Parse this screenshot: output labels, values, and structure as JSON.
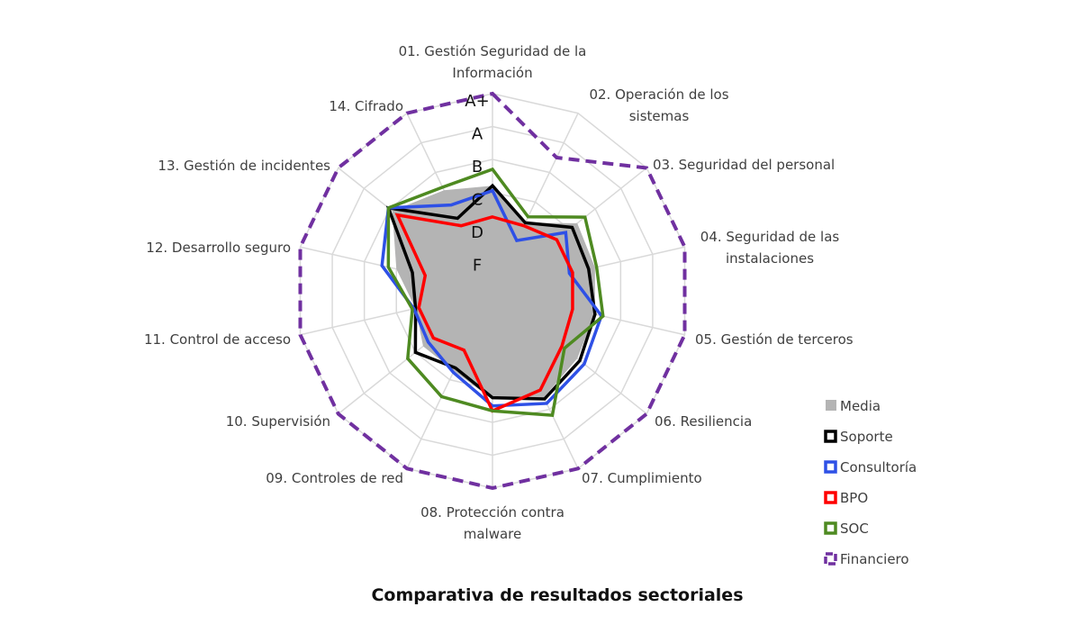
{
  "chart_data": {
    "type": "radar",
    "title": "Comparativa de resultados sectoriales",
    "categories": [
      [
        "01. Gestión Seguridad de la",
        "Información"
      ],
      [
        "02. Operación de los",
        "sistemas"
      ],
      [
        "03. Seguridad del personal"
      ],
      [
        "04. Seguridad de las",
        "instalaciones"
      ],
      [
        "05. Gestión de terceros"
      ],
      [
        "06. Resiliencia"
      ],
      [
        "07. Cumplimiento"
      ],
      [
        "08. Protección contra",
        "malware"
      ],
      [
        "09. Controles de red"
      ],
      [
        "10. Supervisión"
      ],
      [
        "11. Control de acceso"
      ],
      [
        "12. Desarrollo seguro"
      ],
      [
        "13. Gestión de incidentes"
      ],
      [
        "14. Cifrado"
      ]
    ],
    "scale_labels": [
      "F",
      "D",
      "C",
      "B",
      "A",
      "A+"
    ],
    "scale_range": [
      0,
      6
    ],
    "series": [
      {
        "name": "Media",
        "style": "area",
        "color": "#b4b4b4",
        "values": [
          3.2,
          2.3,
          3.3,
          3.2,
          3.2,
          3.3,
          3.6,
          3.3,
          2.7,
          2.7,
          2.4,
          3.0,
          3.9,
          3.4
        ]
      },
      {
        "name": "Soporte",
        "style": "line",
        "color": "#000000",
        "values": [
          3.2,
          2.3,
          3.1,
          3.0,
          3.2,
          3.4,
          3.65,
          3.25,
          2.6,
          3.0,
          2.4,
          2.5,
          4.05,
          2.45
        ]
      },
      {
        "name": "Consultoría",
        "style": "line",
        "color": "#2e50e6",
        "values": [
          3.05,
          1.7,
          2.85,
          2.4,
          3.4,
          3.57,
          3.8,
          3.5,
          2.75,
          2.5,
          2.45,
          3.45,
          4.05,
          2.9
        ]
      },
      {
        "name": "BPO",
        "style": "line",
        "color": "#ff0000",
        "values": [
          2.25,
          2.2,
          2.5,
          2.5,
          2.5,
          2.7,
          3.35,
          3.65,
          2.0,
          2.3,
          2.3,
          2.1,
          3.7,
          2.2
        ]
      },
      {
        "name": "SOC",
        "style": "line",
        "color": "#4e8a21",
        "values": [
          3.7,
          2.5,
          3.6,
          3.25,
          3.45,
          2.8,
          4.2,
          3.65,
          3.57,
          3.3,
          2.5,
          3.25,
          4.05,
          3.5
        ]
      },
      {
        "name": "Financiero",
        "style": "dashed",
        "color": "#7030a0",
        "values": [
          6,
          4.5,
          6,
          6,
          6,
          6,
          6,
          6,
          6,
          6,
          6,
          6,
          6,
          6
        ]
      }
    ],
    "legend_position": "bottom-right",
    "grid": true
  }
}
